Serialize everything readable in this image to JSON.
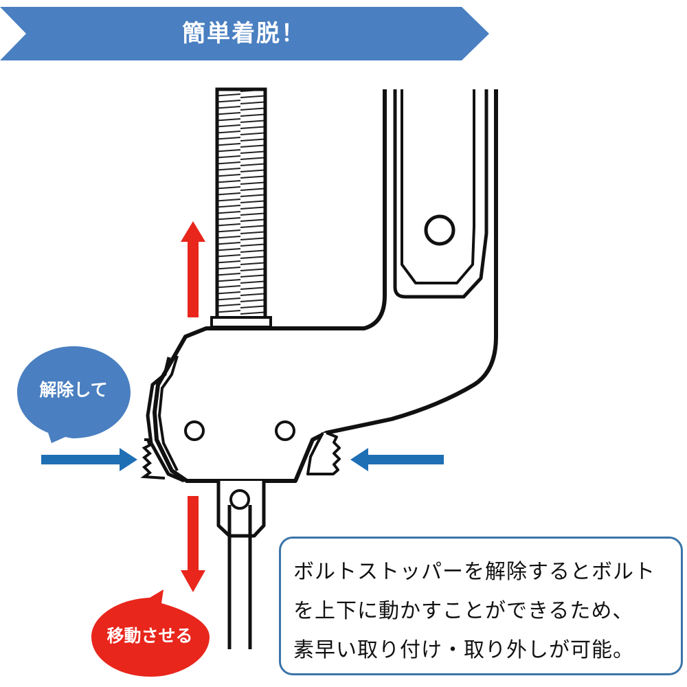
{
  "banner": {
    "title": "簡単着脱！",
    "color": "#4a7fc1"
  },
  "callouts": {
    "release": {
      "label": "解除して",
      "color": "#4a7fc1"
    },
    "move": {
      "label": "移動させる",
      "color": "#e8261c"
    }
  },
  "arrows": {
    "vertical_color": "#e8261c",
    "horizontal_color": "#1f6fb5"
  },
  "description": {
    "lines": [
      "ボルトストッパーを解除するとボルト",
      "を上下に動かすことができるため、",
      "素早い取り付け・取り外しが可能。"
    ],
    "border_color": "#3a74a8"
  },
  "illustration": {
    "parts": [
      "threaded-bolt",
      "clamp-frame",
      "bolt-stopper",
      "pivot-pin",
      "shaft"
    ]
  }
}
